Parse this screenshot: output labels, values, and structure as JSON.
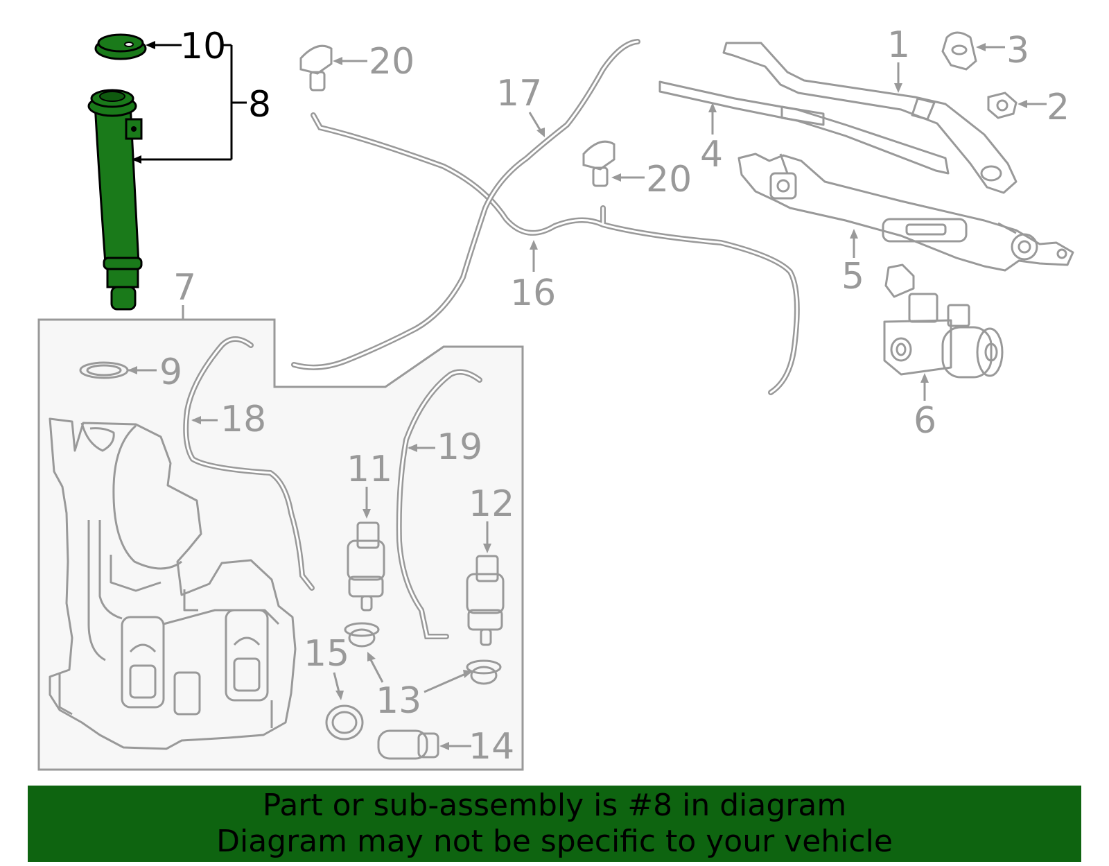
{
  "highlighted_part": "8",
  "colors": {
    "highlight": "#1a7a1a",
    "line": "#999999",
    "banner": "#0e6410",
    "box": "#f7f7f7"
  },
  "labels": {
    "n1": "1",
    "n2": "2",
    "n3": "3",
    "n4": "4",
    "n5": "5",
    "n6": "6",
    "n7": "7",
    "n8": "8",
    "n9": "9",
    "n10": "10",
    "n11": "11",
    "n12": "12",
    "n13": "13",
    "n14": "14",
    "n15": "15",
    "n16": "16",
    "n17": "17",
    "n18": "18",
    "n19": "19",
    "n20a": "20",
    "n20b": "20"
  },
  "banner": {
    "line1": "Part or sub-assembly is #8 in diagram",
    "line2": "Diagram may not be specific to your vehicle"
  }
}
